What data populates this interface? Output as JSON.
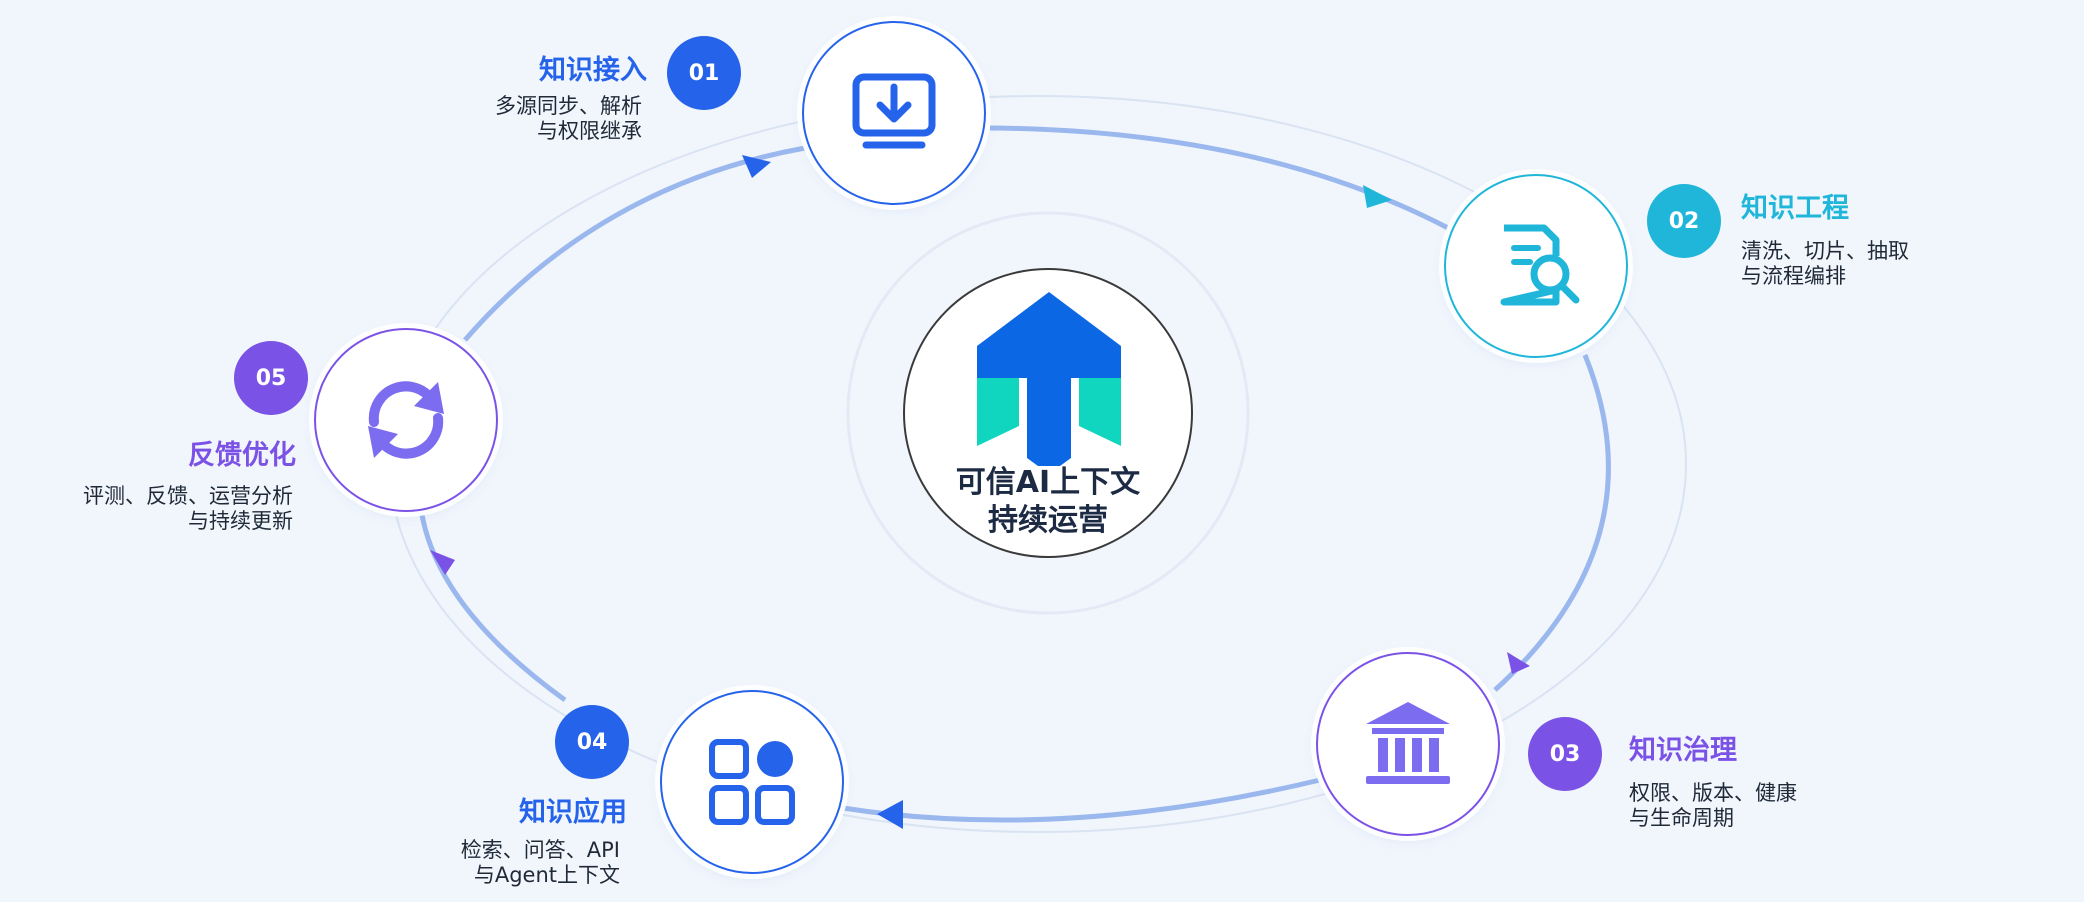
{
  "center": {
    "line1": "可信AI上下文",
    "line2": "持续运营",
    "logo_colors": {
      "blue": "#0b67e3",
      "teal": "#10d6c0"
    }
  },
  "steps": [
    {
      "num": "01",
      "title": "知识接入",
      "desc1": "多源同步、解析",
      "desc2": "与权限继承",
      "icon": "download-icon",
      "color": "#2563eb"
    },
    {
      "num": "02",
      "title": "知识工程",
      "desc1": "清洗、切片、抽取",
      "desc2": "与流程编排",
      "icon": "document-search-icon",
      "color": "#1fb6d9"
    },
    {
      "num": "03",
      "title": "知识治理",
      "desc1": "权限、版本、健康",
      "desc2": "与生命周期",
      "icon": "institution-icon",
      "color": "#7b52e6"
    },
    {
      "num": "04",
      "title": "知识应用",
      "desc1": "检索、问答、API",
      "desc2": "与Agent上下文",
      "icon": "apps-grid-icon",
      "color": "#2563eb"
    },
    {
      "num": "05",
      "title": "反馈优化",
      "desc1": "评测、反馈、运营分析",
      "desc2": "与持续更新",
      "icon": "refresh-icon",
      "color": "#7b52e6"
    }
  ],
  "colors": {
    "ring": "#94b3ee",
    "outer_ring": "#d9e3f2",
    "background": "#f1f6fd"
  }
}
